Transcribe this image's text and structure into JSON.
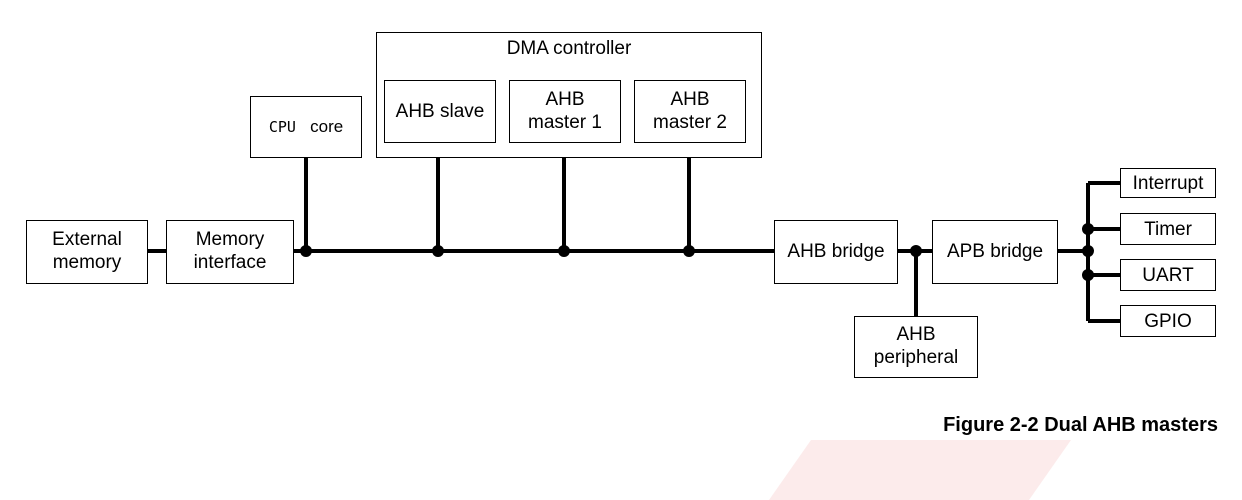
{
  "blocks": {
    "external_memory": [
      "External",
      "memory"
    ],
    "memory_interface": [
      "Memory",
      "interface"
    ],
    "cpu_core": {
      "part1": "CPU",
      "part2": "core"
    },
    "dma_controller": "DMA controller",
    "ahb_slave": "AHB slave",
    "ahb_master_1": [
      "AHB",
      "master 1"
    ],
    "ahb_master_2": [
      "AHB",
      "master 2"
    ],
    "ahb_bridge": "AHB bridge",
    "apb_bridge": "APB bridge",
    "ahb_peripheral": [
      "AHB",
      "peripheral"
    ],
    "interrupt": "Interrupt",
    "timer": "Timer",
    "uart": "UART",
    "gpio": "GPIO"
  },
  "caption": "Figure 2-2 Dual AHB masters"
}
